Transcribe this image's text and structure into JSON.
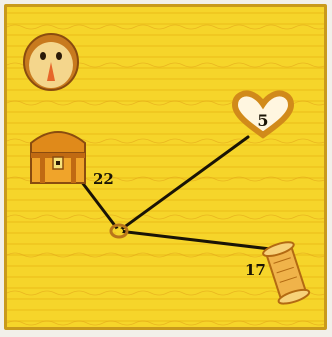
{
  "board": {
    "treasure_chest_value": "22",
    "heart_value": "5",
    "scroll_value": "17"
  },
  "colors": {
    "background": "#f6d52a",
    "border": "#c99a1c",
    "path": "#1a1406",
    "gold": "#e9a21b"
  },
  "icons": [
    "face-icon",
    "treasure-chest-icon",
    "heart-icon",
    "scroll-icon",
    "junction-ring-icon"
  ]
}
